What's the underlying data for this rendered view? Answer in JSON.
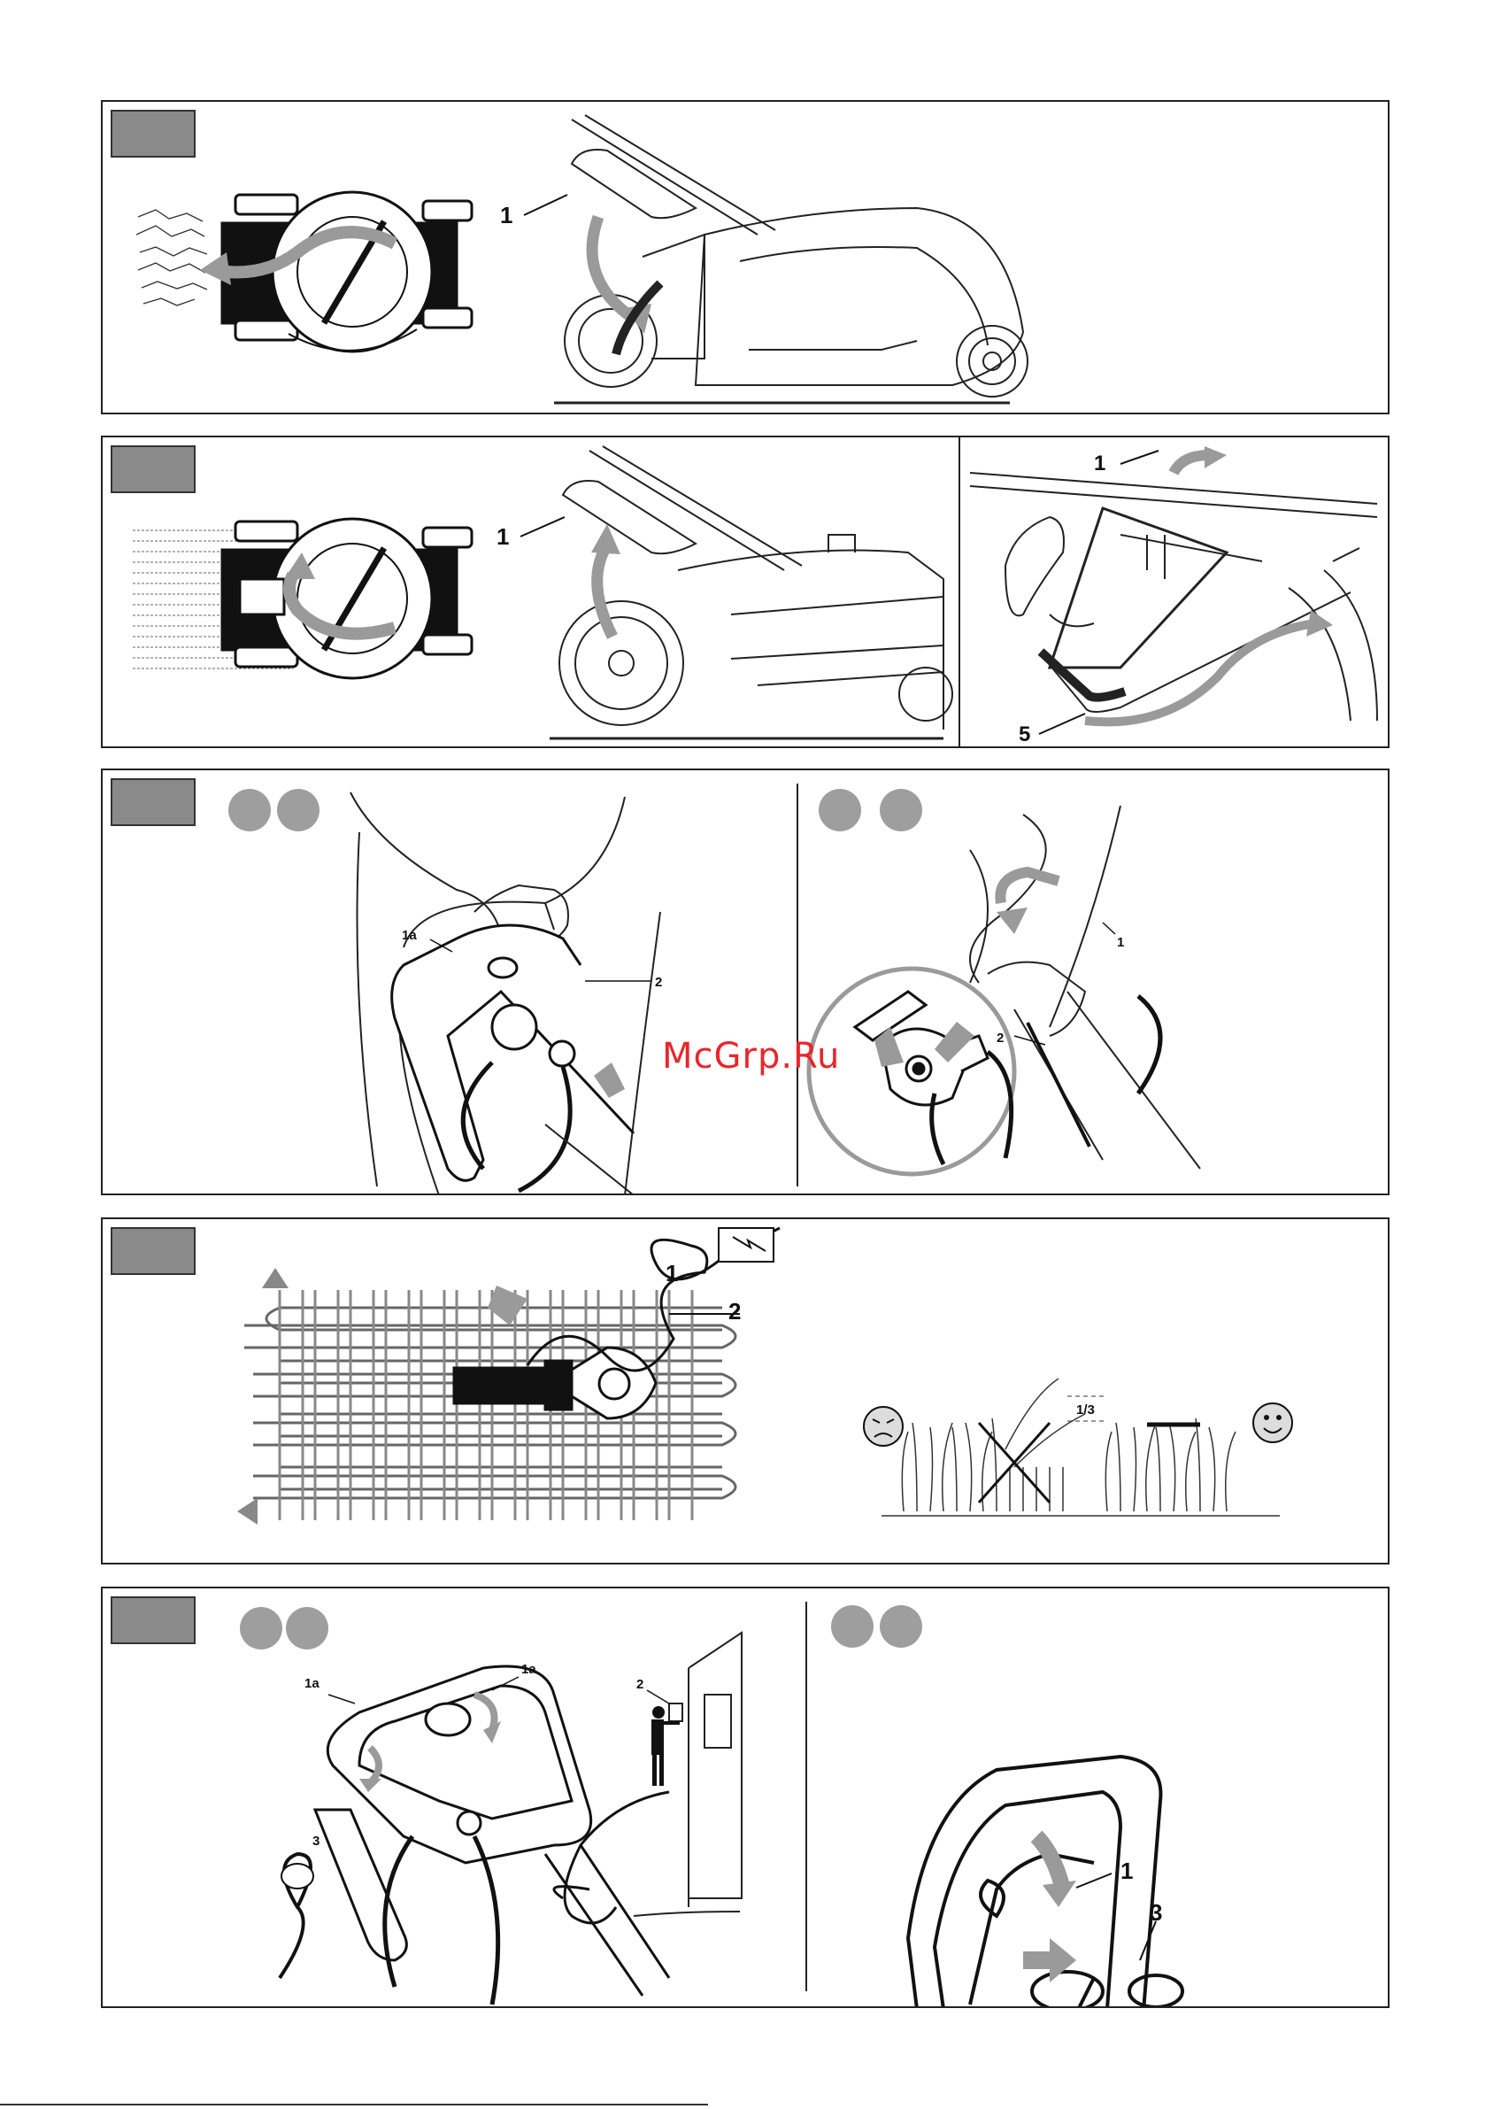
{
  "panels": [
    {
      "id": "p1",
      "callouts": {
        "c1": "1"
      }
    },
    {
      "id": "p2",
      "callouts": {
        "c1a": "1",
        "c1b": "1",
        "c5": "5"
      }
    },
    {
      "id": "p3",
      "callouts": {
        "c1a": "1a",
        "c2a": "2",
        "c1": "1",
        "c2b": "2"
      }
    },
    {
      "id": "p4",
      "callouts": {
        "c1": "1",
        "c2": "2",
        "third": "1/3"
      }
    },
    {
      "id": "p5",
      "callouts": {
        "c1a_left": "1a",
        "c1a_right": "1a",
        "c2": "2",
        "c3a": "3",
        "c1": "1",
        "c3b": "3"
      }
    }
  ],
  "watermark": "McGrp.Ru",
  "colors": {
    "line": "#222222",
    "arrow_gray": "#9a9a9a",
    "tag_gray": "#8a8a8a",
    "circle_gray": "#9e9e9e",
    "watermark": "#e8262a"
  }
}
